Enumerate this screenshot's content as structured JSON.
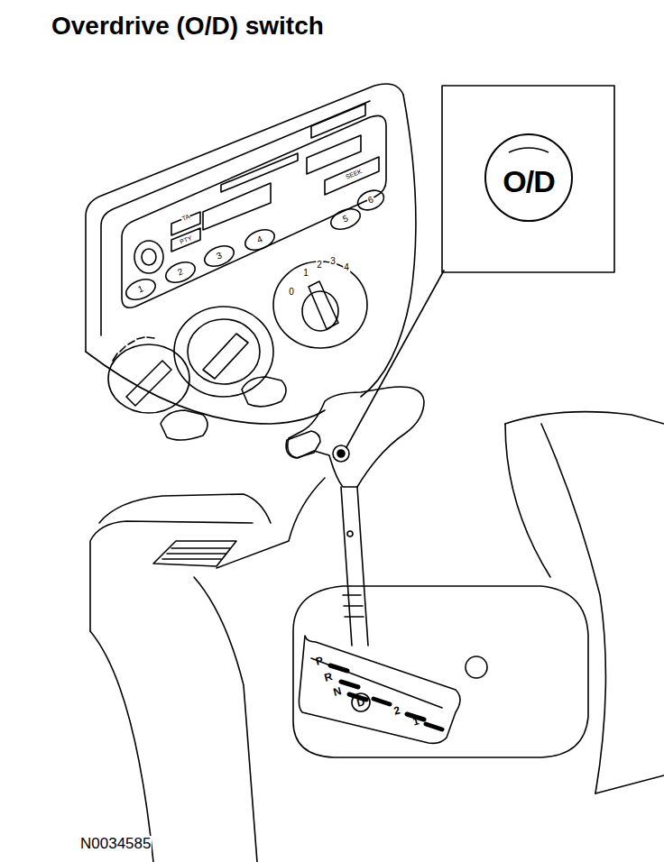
{
  "diagram": {
    "title": "Overdrive (O/D) switch",
    "nodes": [
      {
        "text": [
          "O/D"
        ]
      }
    ],
    "labels": [
      "1",
      "2",
      "3",
      "4",
      "5",
      "6",
      "TA",
      "PTY",
      "SEEK",
      "0",
      "1",
      "2",
      "3",
      "4",
      "P",
      "R",
      "N",
      "D",
      "2",
      "1",
      "N0034585"
    ]
  }
}
